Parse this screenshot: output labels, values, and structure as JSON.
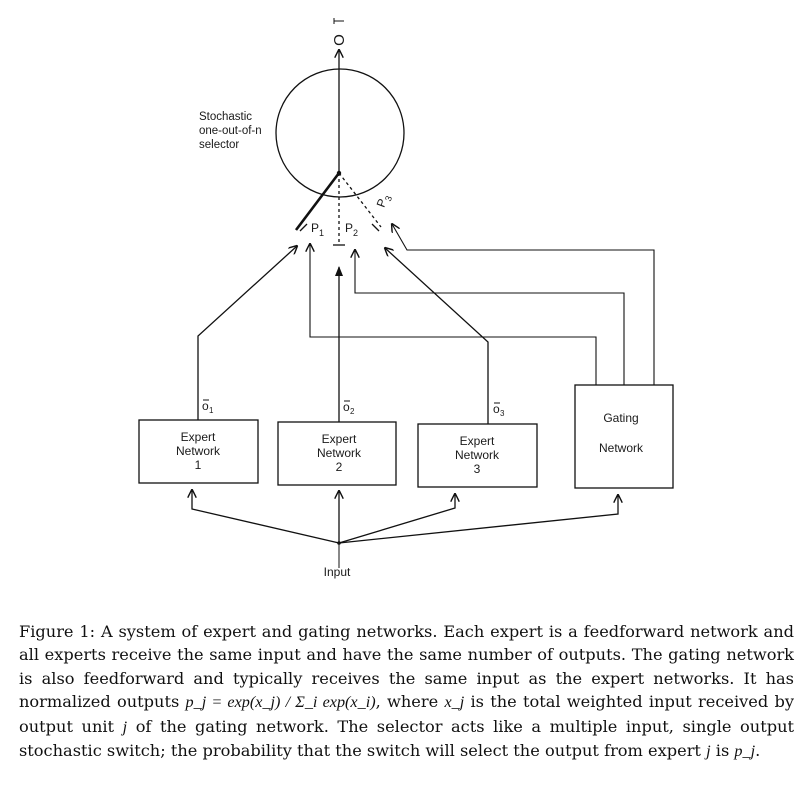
{
  "diagram": {
    "output_label": "O",
    "selector_label": [
      "Stochastic",
      "one-out-of-n",
      "selector"
    ],
    "probability_labels": [
      {
        "base": "P",
        "sub": "1"
      },
      {
        "base": "P",
        "sub": "2"
      },
      {
        "base": "P",
        "sub": "3"
      }
    ],
    "experts": [
      {
        "lines": [
          "Expert",
          "Network",
          "1"
        ],
        "output": {
          "base": "o",
          "sub": "1"
        }
      },
      {
        "lines": [
          "Expert",
          "Network",
          "2"
        ],
        "output": {
          "base": "o",
          "sub": "2"
        }
      },
      {
        "lines": [
          "Expert",
          "Network",
          "3"
        ],
        "output": {
          "base": "o",
          "sub": "3"
        }
      }
    ],
    "gating": {
      "lines": [
        "Gating",
        "Network"
      ]
    },
    "input_label": "Input",
    "selected_expert": 1
  },
  "caption": {
    "label": "Figure 1:",
    "text_1": "A system of expert and gating networks. Each expert is a feedforward network and all experts receive the same input and have the same number of outputs. The gating network is also feedforward and typically receives the same input as the expert networks. It has normalized outputs",
    "formula": "p_j = exp(x_j) / Σ_i exp(x_i)",
    "text_2": ", where",
    "var_x": "x_j",
    "text_3": "is the total weighted input received by output unit",
    "var_j": "j",
    "text_4": "of the gating network. The selector acts like a multiple input, single output stochastic switch; the probability that the switch will select the output from expert",
    "var_j2": "j",
    "text_5": "is",
    "var_p": "p_j",
    "text_6": "."
  }
}
